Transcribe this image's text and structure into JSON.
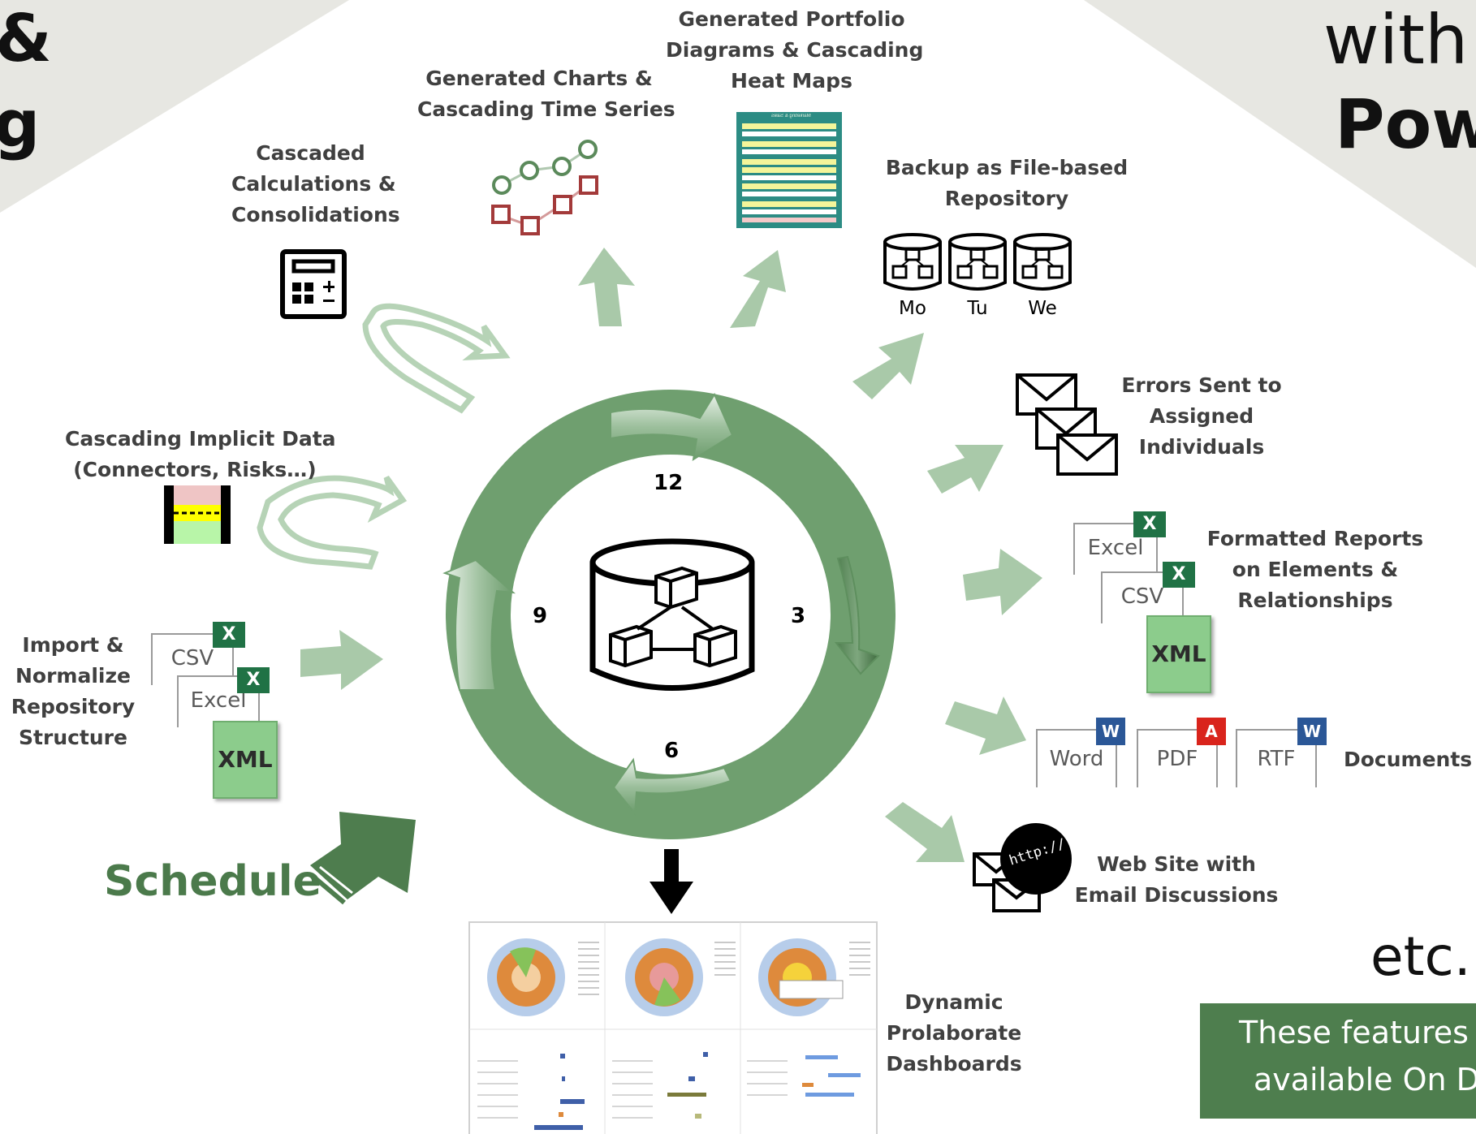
{
  "corner": {
    "left_line1": "&",
    "left_line2": "g",
    "right_line1": "with",
    "right_line2": "Pow"
  },
  "ring": {
    "n12": "12",
    "n3": "3",
    "n6": "6",
    "n9": "9"
  },
  "schedule": "Schedule",
  "import": {
    "l1": "Import &",
    "l2": "Normalize",
    "l3": "Repository",
    "l4": "Structure"
  },
  "implicit": {
    "l1": "Cascading Implicit Data",
    "l2": "(Connectors, Risks…)"
  },
  "calc": {
    "l1": "Cascaded",
    "l2": "Calculations &",
    "l3": "Consolidations"
  },
  "charts": {
    "l1": "Generated Charts &",
    "l2": "Cascading Time Series"
  },
  "portfolio": {
    "l1": "Generated Portfolio",
    "l2": "Diagrams & Cascading",
    "l3": "Heat Maps",
    "mini_title": "Marketing & Sales"
  },
  "backup": {
    "l1": "Backup as File-based",
    "l2": "Repository",
    "days": [
      "Mo",
      "Tu",
      "We"
    ]
  },
  "errors": {
    "l1": "Errors Sent to",
    "l2": "Assigned",
    "l3": "Individuals"
  },
  "reports": {
    "l1": "Formatted Reports",
    "l2": "on Elements &",
    "l3": "Relationships"
  },
  "documents": {
    "label": "Documents",
    "word": "Word",
    "pdf": "PDF",
    "rtf": "RTF"
  },
  "website": {
    "l1": "Web Site with",
    "l2": "Email Discussions",
    "bubble": "http://"
  },
  "dashboards": {
    "l1": "Dynamic",
    "l2": "Prolaborate",
    "l3": "Dashboards"
  },
  "files": {
    "csv": "CSV",
    "excel": "Excel",
    "xml": "XML",
    "x": "X"
  },
  "etc": "etc.",
  "banner": {
    "l1": "These features",
    "l2": "available On D"
  },
  "colors": {
    "ring": "#6f9f6f",
    "arrow_light": "#a8c8a8",
    "arrow_dark": "#4e7d4e",
    "schedule": "#4b7a4b",
    "banner": "#4e7e4e"
  }
}
